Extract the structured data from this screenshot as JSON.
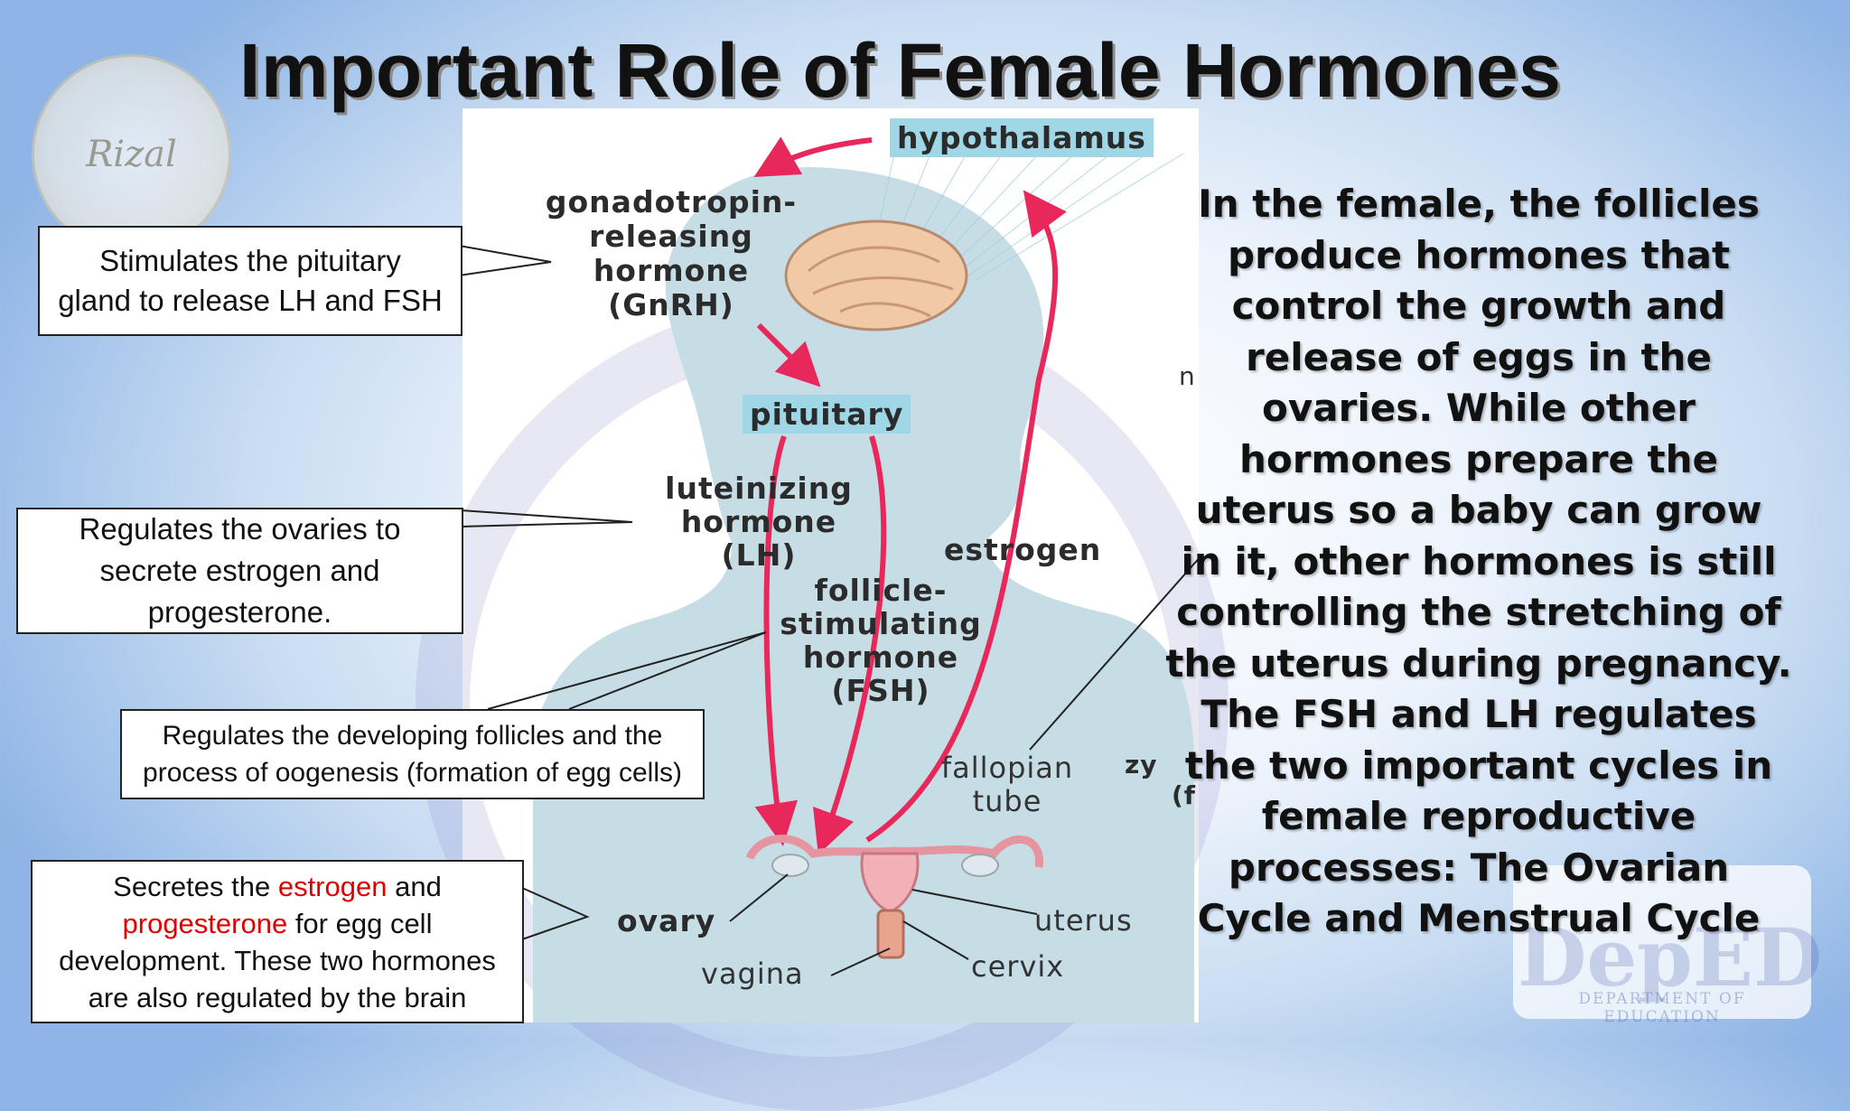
{
  "title": "Important Role of Female Hormones",
  "seal": {
    "text": "Rizal"
  },
  "diagram_labels": {
    "hypothalamus": "hypothalamus",
    "gnrh_lines": [
      "gonadotropin-",
      "releasing",
      "hormone",
      "(GnRH)"
    ],
    "pituitary": "pituitary",
    "lh_lines": [
      "luteinizing",
      "hormone",
      "(LH)"
    ],
    "estrogen": "estrogen",
    "fsh_lines": [
      "follicle-",
      "stimulating",
      "hormone",
      "(FSH)"
    ],
    "fallopian_lines": [
      "fallopian",
      "tube"
    ],
    "ovary": "ovary",
    "uterus": "uterus",
    "vagina": "vagina",
    "cervix": "cervix",
    "partial_n": "n",
    "partial_zy": "zy",
    "partial_f": "(f"
  },
  "callouts": {
    "gnrh": [
      "Stimulates the pituitary",
      "gland to release LH and FSH"
    ],
    "lh": [
      "Regulates the ovaries to",
      "secrete estrogen and",
      "progesterone."
    ],
    "fsh": [
      "Regulates the developing follicles and the",
      "process of oogenesis (formation of egg cells)"
    ],
    "ovary": {
      "line1_pre": "Secretes the ",
      "line1_red": "estrogen",
      "line1_post": " and",
      "line2_red": "progesterone",
      "line2_post": " for egg cell",
      "line3": "development. These two hormones",
      "line4": "are also regulated by the brain"
    }
  },
  "paragraph_lines": [
    "In the female, the follicles",
    "produce hormones that",
    "control the growth and",
    "release of eggs in the",
    "ovaries. While other",
    "hormones prepare the",
    "uterus so a baby can grow",
    "in it, other hormones is still",
    "controlling the stretching of",
    "the uterus during pregnancy.",
    "The FSH and LH regulates",
    "the two important cycles in",
    "female reproductive",
    "processes: The Ovarian",
    "Cycle and Menstrual Cycle"
  ],
  "logo": {
    "word": "DepED",
    "sub": "DEPARTMENT OF EDUCATION"
  },
  "colors": {
    "arrow": "#e8275a",
    "tag": "#9fd7e6",
    "silhouette": "#c6dde6",
    "highlight_red": "#e00000"
  }
}
